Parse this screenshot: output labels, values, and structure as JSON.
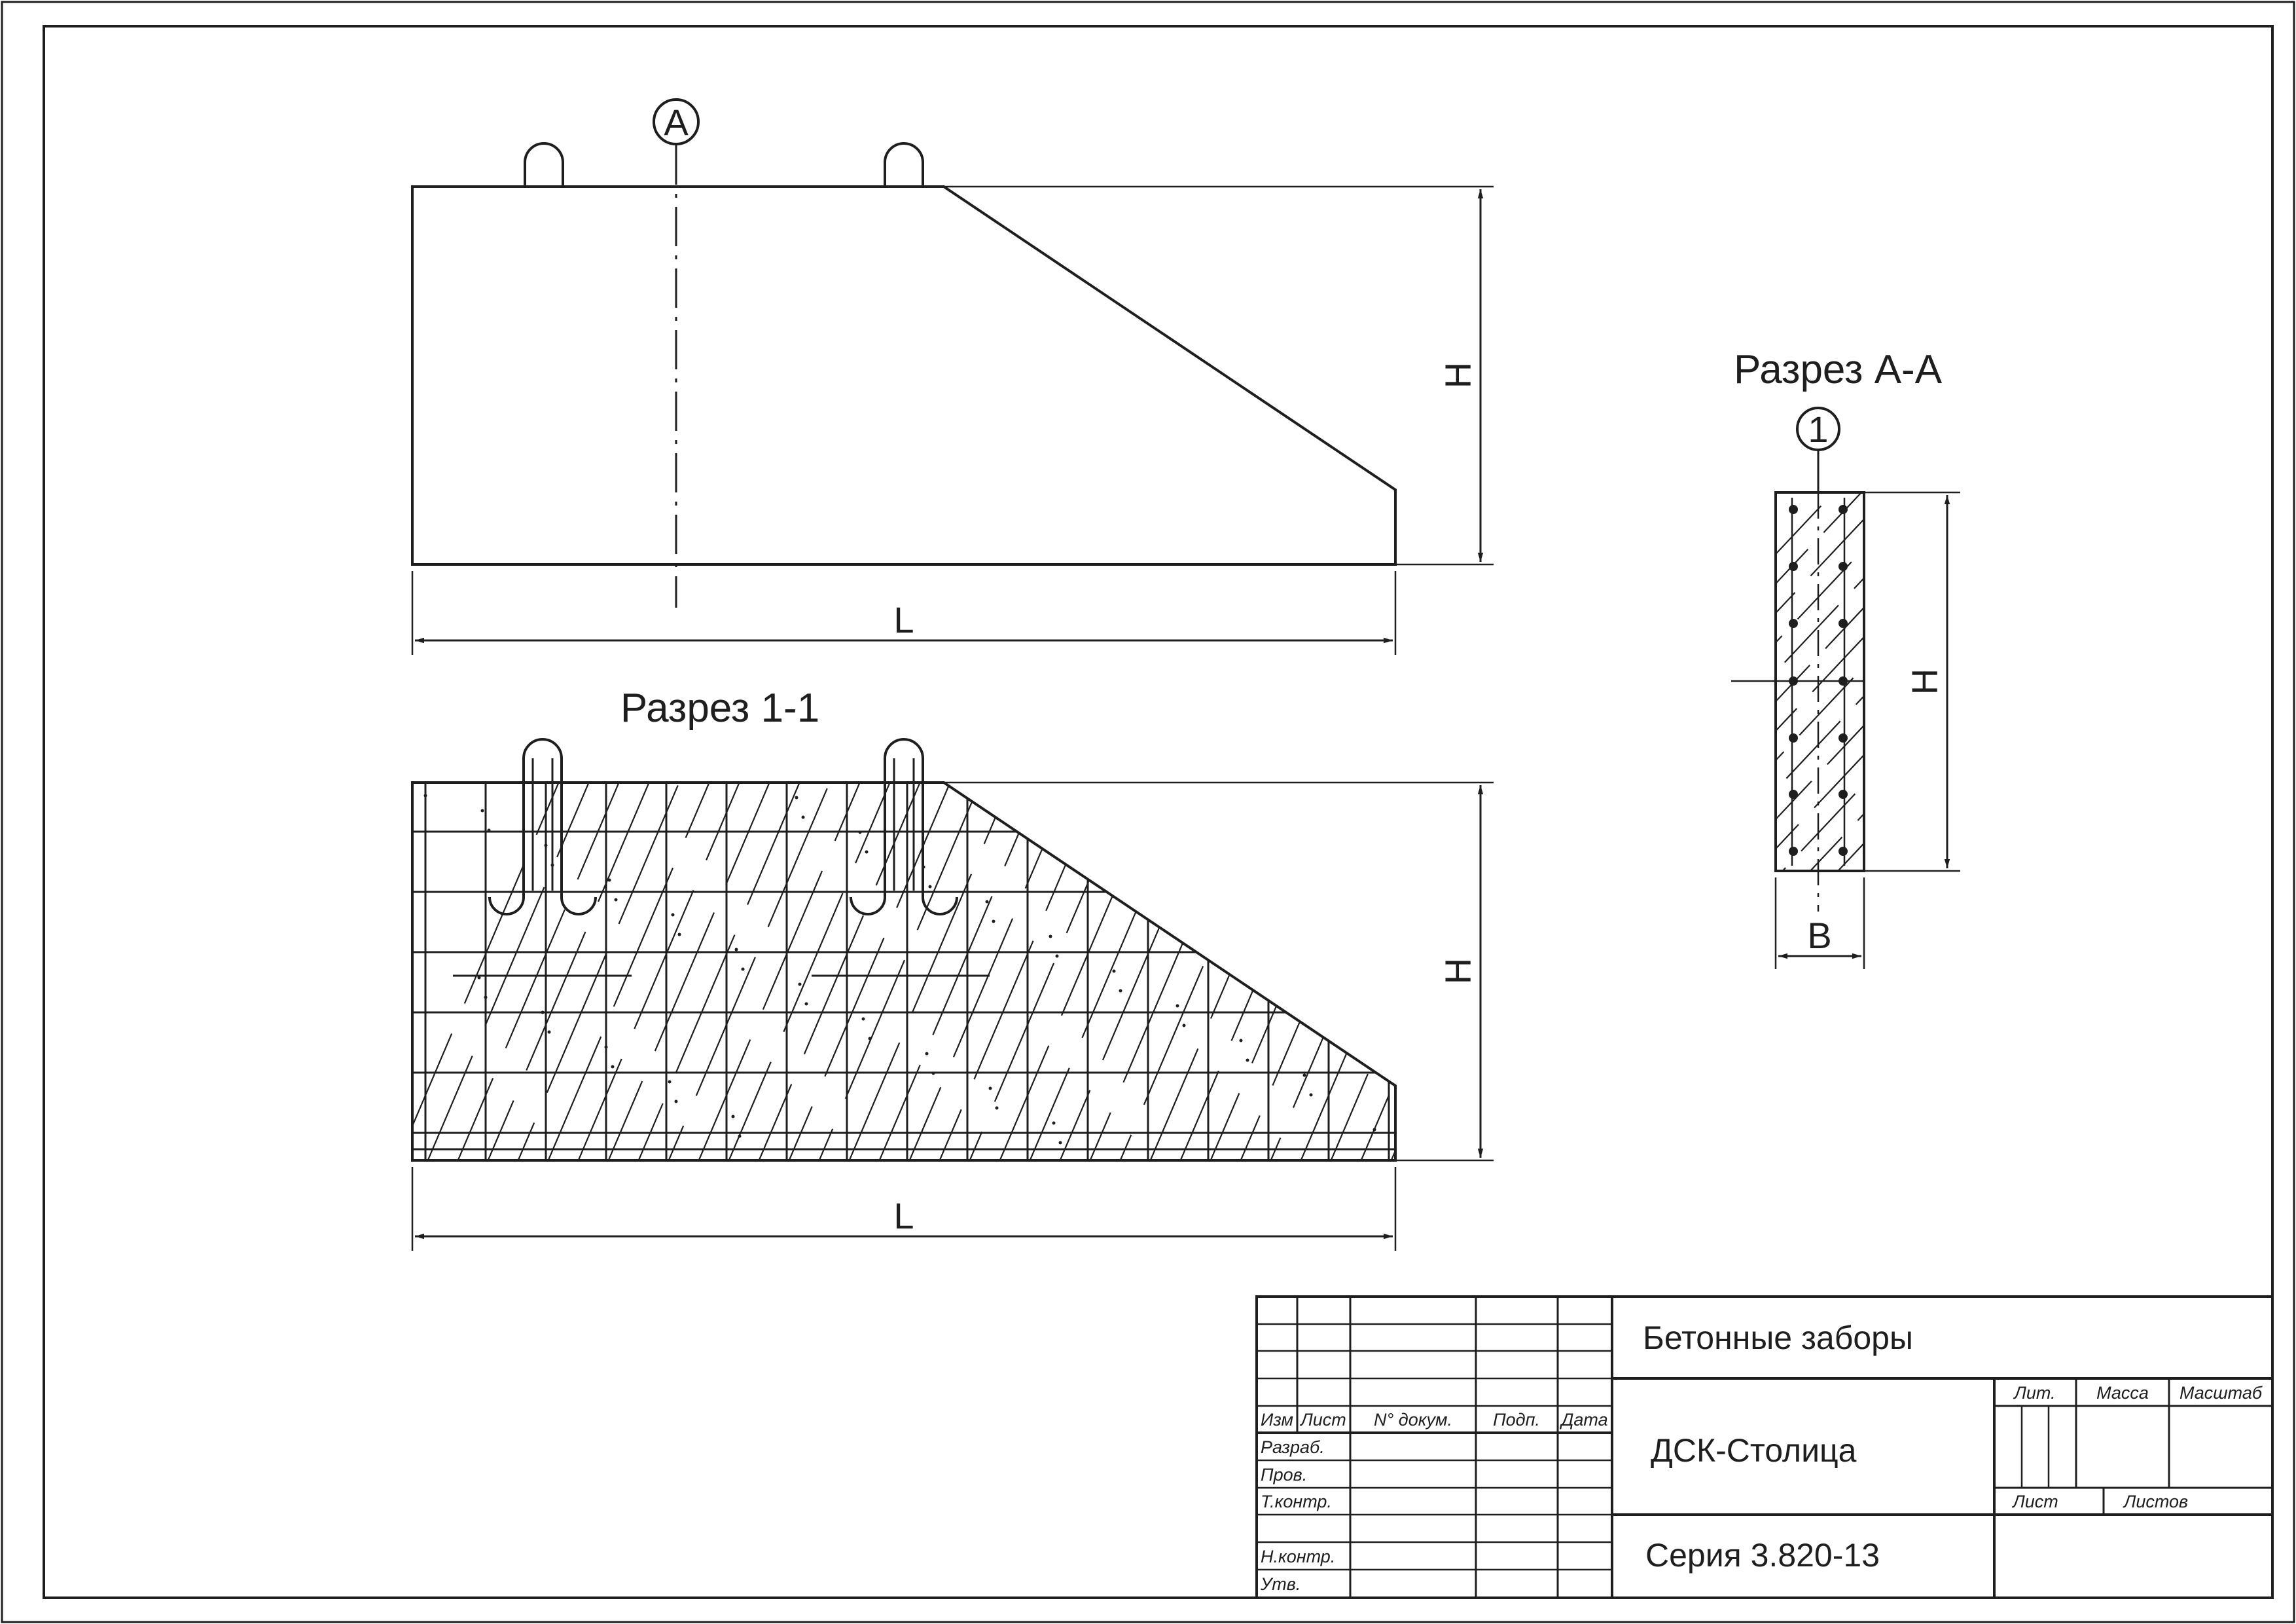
{
  "view_top": {
    "marker_letter": "A",
    "dim_height_label": "H",
    "dim_length_label": "L"
  },
  "section_1_1": {
    "title": "Разрез 1-1",
    "dim_height_label": "H",
    "dim_length_label": "L"
  },
  "section_a_a": {
    "title": "Разрез А-А",
    "position_marker": "1",
    "dim_height_label": "H",
    "dim_width_label": "B"
  },
  "title_block": {
    "col_headers": [
      "Изм",
      "Лист",
      "N° докум.",
      "Подп.",
      "Дата"
    ],
    "row_labels": [
      "Разраб.",
      "Пров.",
      "Т.контр.",
      "",
      "Н.контр.",
      "Утв."
    ],
    "drawing_name": "Бетонные заборы",
    "organization": "ДСК-Столица",
    "series": "Серия 3.820-13",
    "lit_label": "Лит.",
    "mass_label": "Масса",
    "scale_label": "Масштаб",
    "sheet_label": "Лист",
    "sheets_label": "Листов"
  }
}
